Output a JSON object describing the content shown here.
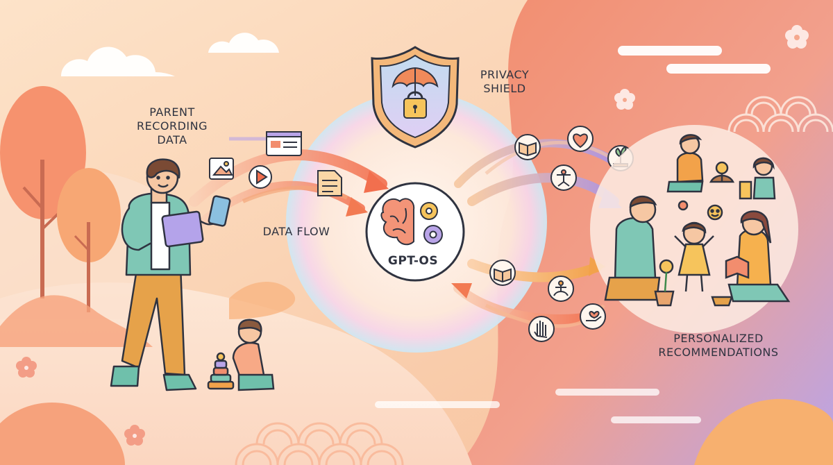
{
  "labels": {
    "parent_recording": [
      "PARENT",
      "RECORDING",
      "DATA"
    ],
    "privacy_shield": [
      "PRIVACY",
      "SHIELD"
    ],
    "data_flow": "DATA FLOW",
    "hub": "GPT-OS",
    "recommendations": [
      "PERSONALIZED",
      "RECOMMENDATIONS"
    ]
  },
  "icons": {
    "inputs": [
      "image-icon",
      "document-window-icon",
      "video-play-icon",
      "file-icon"
    ],
    "outputs_top": [
      "book-icon",
      "heart-pulse-icon",
      "sprout-icon",
      "exercise-figure-icon"
    ],
    "outputs_bottom": [
      "book-icon",
      "meditation-icon",
      "hand-icon",
      "caring-hand-icon"
    ],
    "hub": [
      "brain-icon",
      "gear-icon"
    ],
    "shield": [
      "shield-icon",
      "umbrella-icon",
      "padlock-icon"
    ]
  },
  "colors": {
    "sky_peach": "#fbd7b8",
    "coral": "#f4876a",
    "lavender": "#b9a6e8",
    "teal": "#7fc7b5",
    "mustard": "#e3a94a",
    "arrow_orange": "#f48c5e",
    "arrow_purple": "#b39ae6",
    "text": "#2f3340"
  }
}
